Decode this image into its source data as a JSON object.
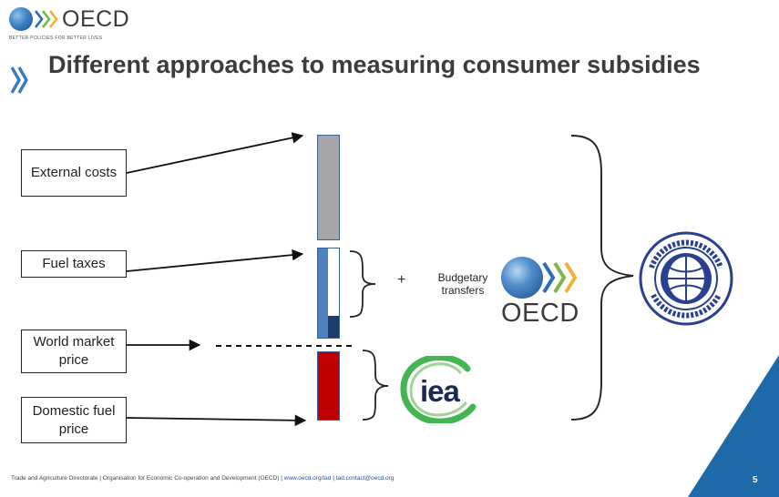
{
  "header": {
    "logo_word": "OECD",
    "logo_tagline": "BETTER POLICIES FOR BETTER LIVES"
  },
  "title": "Different approaches to measuring consumer subsidies",
  "labels": {
    "external_costs": "External costs",
    "fuel_taxes": "Fuel taxes",
    "world_market_price": "World market price",
    "domestic_fuel_price": "Domestic fuel price"
  },
  "plus_sign": "+",
  "budgetary_transfers": "Budgetary transfers",
  "logos": {
    "oecd": "OECD",
    "iea": "iea"
  },
  "footer": {
    "text": "Trade and Agriculture Directorate | Organisation for Economic Co-operation and Development (OECD) | ",
    "link1": "www.oecd.org/tad",
    "sep": " | ",
    "link2": "tad.contact@oecd.org"
  },
  "page_number": "5",
  "colors": {
    "external_costs_bar": "#a6a6a6",
    "fuel_taxes_bar": "#4f81bd",
    "domestic_price_bar": "#c00000",
    "bar_border": "#3a5f96",
    "corner_accent": "#1e6aa8",
    "iea_green": "#44b553"
  }
}
